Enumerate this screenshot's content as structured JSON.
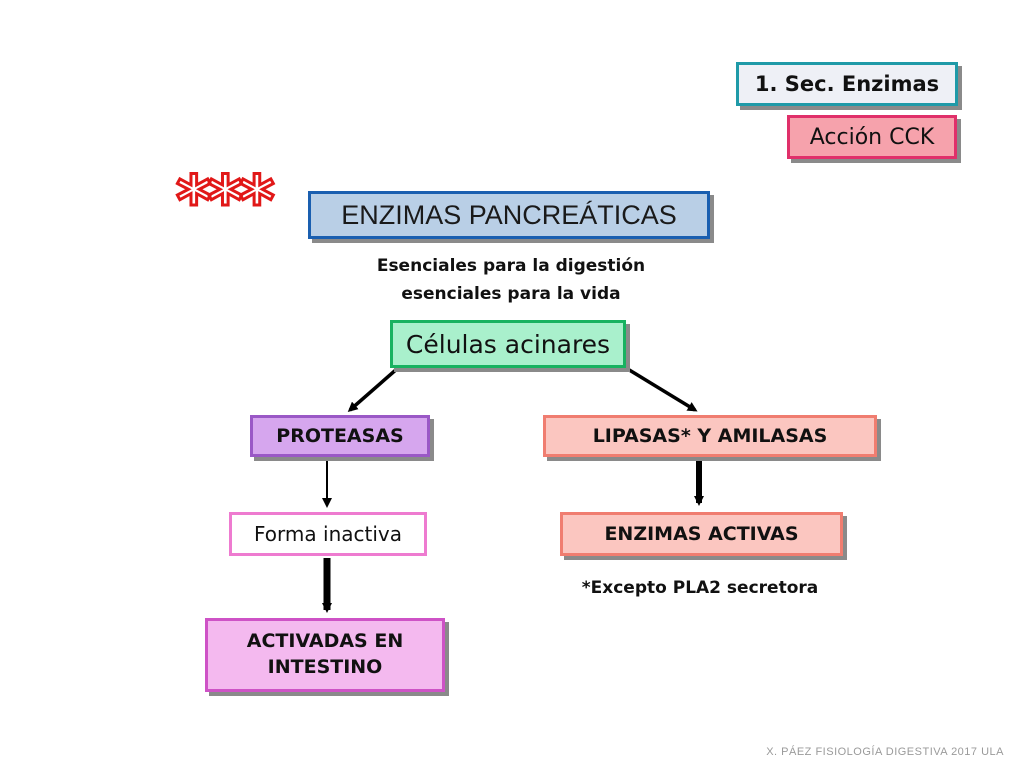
{
  "header": {
    "sec_enzimas": "1. Sec. Enzimas",
    "accion_cck": "Acción CCK"
  },
  "stars": "***",
  "title": "ENZIMAS PANCREÁTICAS",
  "subtitle": {
    "line1": "Esenciales para la digestión",
    "line2": "esenciales para la vida"
  },
  "source_node": "Células acinares",
  "left_branch": {
    "group": "PROTEASAS",
    "state": "Forma inactiva",
    "result_line1": "ACTIVADAS EN",
    "result_line2": "INTESTINO"
  },
  "right_branch": {
    "group": "LIPASAS* Y AMILASAS",
    "state": "ENZIMAS ACTIVAS",
    "note": "*Excepto PLA2 secretora"
  },
  "footer": "X. PÁEZ   FISIOLOGÍA DIGESTIVA 2017 ULA",
  "colors": {
    "sec_border": "#1f9aa8",
    "cck_border": "#e0306a",
    "title_border": "#1a5fb0",
    "acinar_border": "#18b260",
    "proteasas_fill": "#d6a6ee",
    "lipasas_fill": "#fbc6c0",
    "intestino_fill": "#f4b9ef",
    "stars_color": "#e11818"
  }
}
